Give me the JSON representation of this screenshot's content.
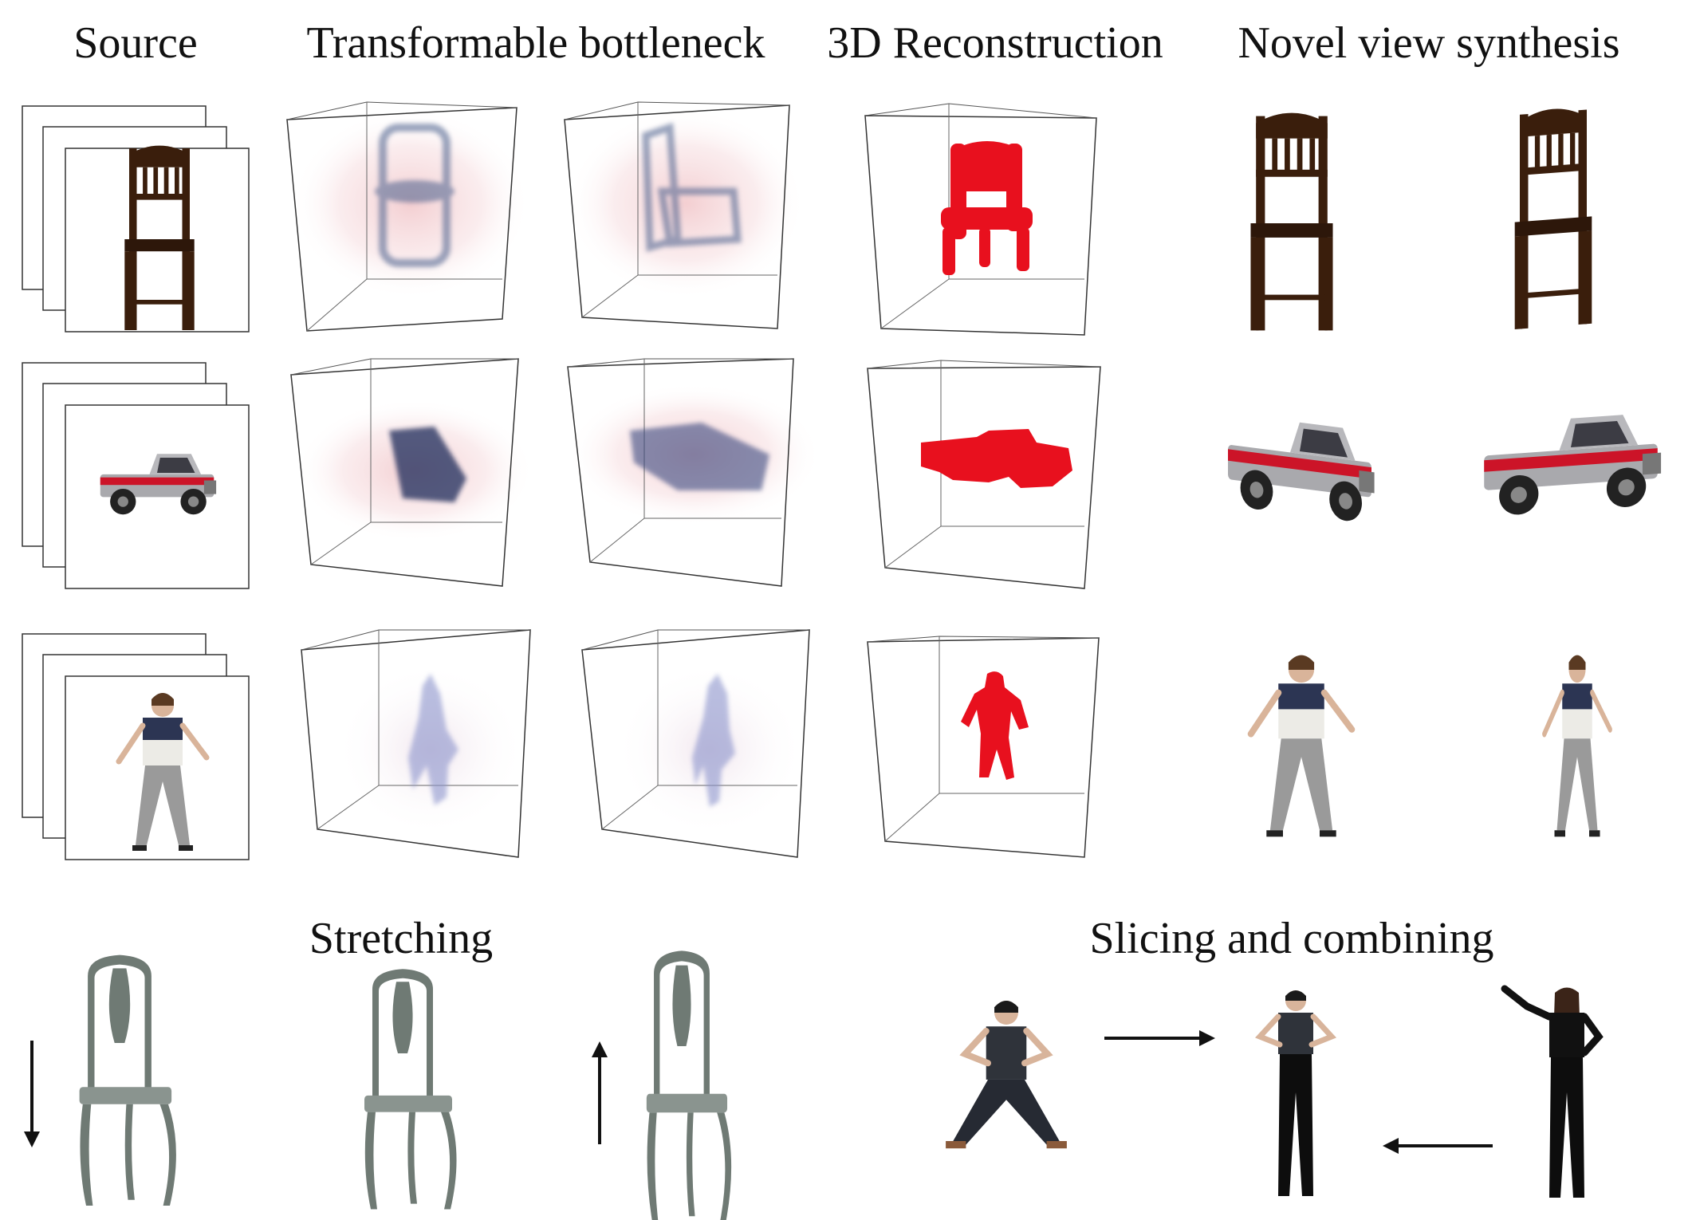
{
  "headers": {
    "source": "Source",
    "bottleneck": "Transformable bottleneck",
    "recon": "3D Reconstruction",
    "novel": "Novel view synthesis",
    "stretching": "Stretching",
    "slicing": "Slicing and combining"
  },
  "rows": [
    {
      "subject": "chair"
    },
    {
      "subject": "truck"
    },
    {
      "subject": "person"
    }
  ],
  "colors": {
    "reconstruction": "#e8101e",
    "volume": "#4a5f8c",
    "chair_wood": "#3a1e0c",
    "chair_grey": "#6f7a74",
    "truck_red": "#cc1428",
    "truck_silver": "#a9a9ad"
  },
  "icons": [
    "stack-frames-icon",
    "volume-cube-icon",
    "arrow-down-icon",
    "arrow-up-icon",
    "arrow-right-icon",
    "arrow-left-icon"
  ]
}
